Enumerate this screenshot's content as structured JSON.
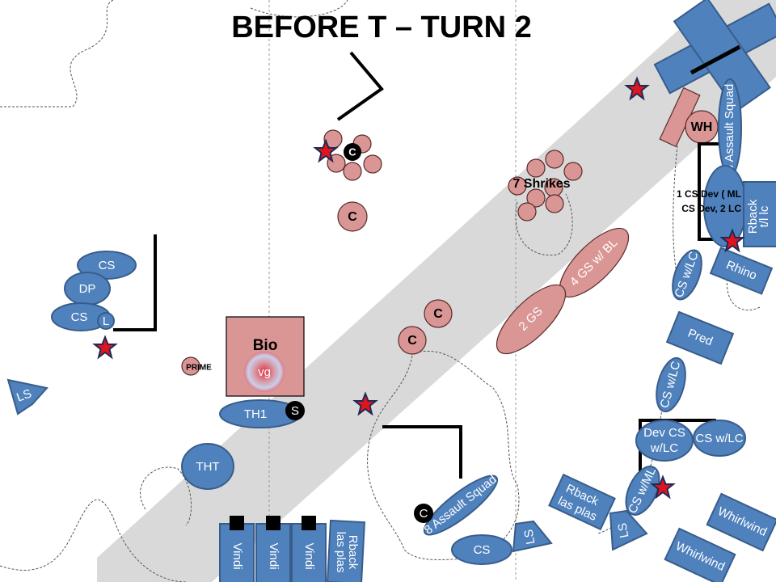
{
  "title": "BEFORE T – TURN 2",
  "colors": {
    "friendly": "#4F81BD",
    "enemy": "#D99694",
    "road": "#d9d9d9",
    "objective": "#e0141e"
  },
  "friendly_units": {
    "assault_squad_top": "8 Assault Squad",
    "cs_dev_line1": "1 CS Dev ( ML",
    "cs_dev_line2": "CS Dev, 2 LC",
    "rback_tl_line1": "Rback",
    "rback_tl_line2": "t/l lc",
    "cs_lc_1": "CS w/LC",
    "rhino": "Rhino",
    "pred": "Pred",
    "cs_lc_2": "CS w/LC",
    "dev_cs_line1": "Dev CS",
    "dev_cs_line2": "w/LC",
    "cs_lc_3": "CS w/LC",
    "cs_ml": "CS w/ML",
    "rback_plas_right_line1": "Rback",
    "rback_plas_right_line2": "las plas",
    "ls_right": "LS",
    "whirlwind_1": "Whirlwind",
    "whirlwind_2": "Whirlwind",
    "assault_squad_bottom": "8 Assault Squad",
    "cs_bottom": "CS",
    "ls_bottom": "LS",
    "vindi_1": "Vindi",
    "vindi_2": "Vindi",
    "vindi_3": "Vindi",
    "rback_plas_bottom_line1": "Rback",
    "rback_plas_bottom_line2": "las plas",
    "tht": "THT",
    "th1": "TH1",
    "cs_left_top": "CS",
    "dp": "DP",
    "cs_left_bottom": "CS",
    "ls_left": "LS"
  },
  "markers": {
    "l": "L",
    "s": "S",
    "c_black_top": "C",
    "c_black_bottom": "C"
  },
  "enemy_units": {
    "wh": "WH",
    "shrikes": "7 Shrikes",
    "gs4": "4 GS w/ BL",
    "gs2": "2 GS",
    "c1": "C",
    "c2": "C",
    "c3": "C",
    "bio": "Bio",
    "vg": "vg",
    "prime": "PRIME"
  }
}
